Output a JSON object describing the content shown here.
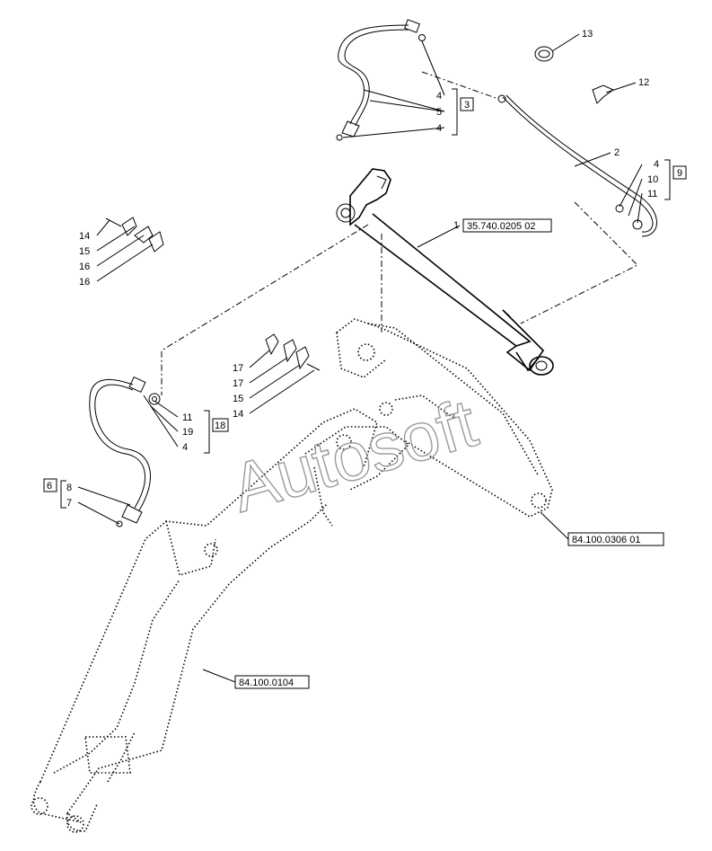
{
  "watermark": "Autosoft",
  "callouts": {
    "c13": "13",
    "c12": "12",
    "c4a": "4",
    "c5": "5",
    "c4b": "4",
    "g3": "3",
    "c2": "2",
    "c4c": "4",
    "c10": "10",
    "c11a": "11",
    "g9": "9",
    "c1": "1",
    "ref1": "35.740.0205 02",
    "c14a": "14",
    "c15a": "15",
    "c16a": "16",
    "c16b": "16",
    "c17a": "17",
    "c17b": "17",
    "c15b": "15",
    "c14b": "14",
    "c11b": "11",
    "c19": "19",
    "c4d": "4",
    "g18": "18",
    "g6": "6",
    "c8": "8",
    "c7": "7",
    "ref2": "84.100.0306 01",
    "ref3": "84.100.0104"
  }
}
